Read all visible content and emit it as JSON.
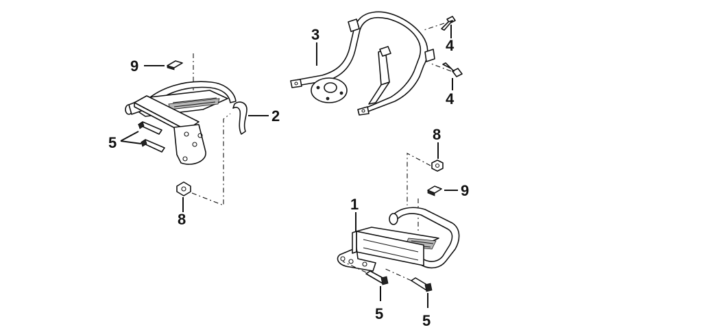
{
  "callouts": {
    "c1": "1",
    "c2": "2",
    "c3": "3",
    "c4a": "4",
    "c4b": "4",
    "c5_left": "5",
    "c5_bottom_a": "5",
    "c5_bottom_b": "5",
    "c8_left": "8",
    "c8_right": "8",
    "c9_left": "9",
    "c9_right": "9"
  }
}
